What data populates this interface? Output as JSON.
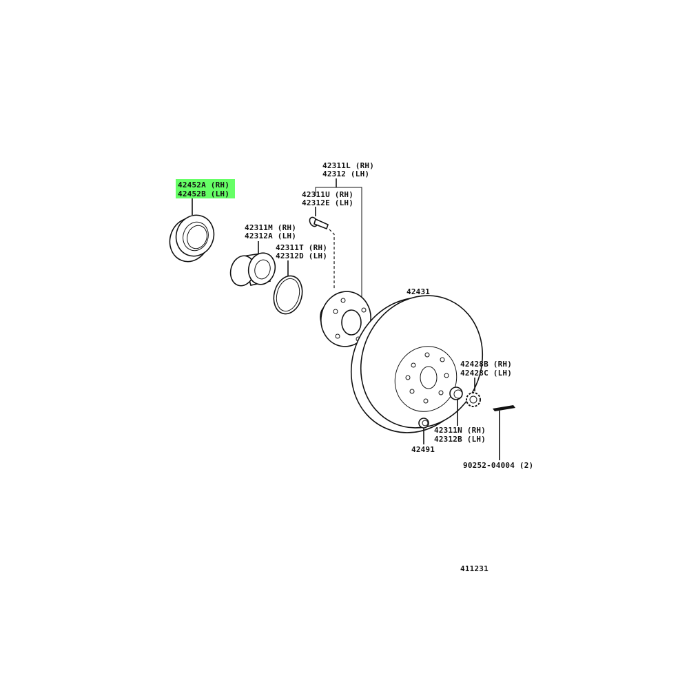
{
  "diagram": {
    "highlight_color": "#66ff66",
    "callouts": {
      "oil_seal": {
        "rh": "42452A (RH)",
        "lh": "42452B (LH)"
      },
      "hub_assembly": {
        "rh": "42311L (RH)",
        "lh": "42312  (LH)"
      },
      "hub_bolt": {
        "rh": "42311U (RH)",
        "lh": "42312E (LH)"
      },
      "bearing": {
        "rh": "42311M (RH)",
        "lh": "42312A (LH)"
      },
      "snap_ring": {
        "rh": "42311T (RH)",
        "lh": "42312D (LH)"
      },
      "disc": "42431",
      "nut_lock_cap": {
        "rh": "42428B (RH)",
        "lh": "42428C (LH)"
      },
      "hub_nut": {
        "rh": "42311N (RH)",
        "lh": "42312B (LH)"
      },
      "grease_cap": "42491",
      "cotter_pin": "90252-04004 (2)"
    },
    "figure_number": "411231"
  }
}
